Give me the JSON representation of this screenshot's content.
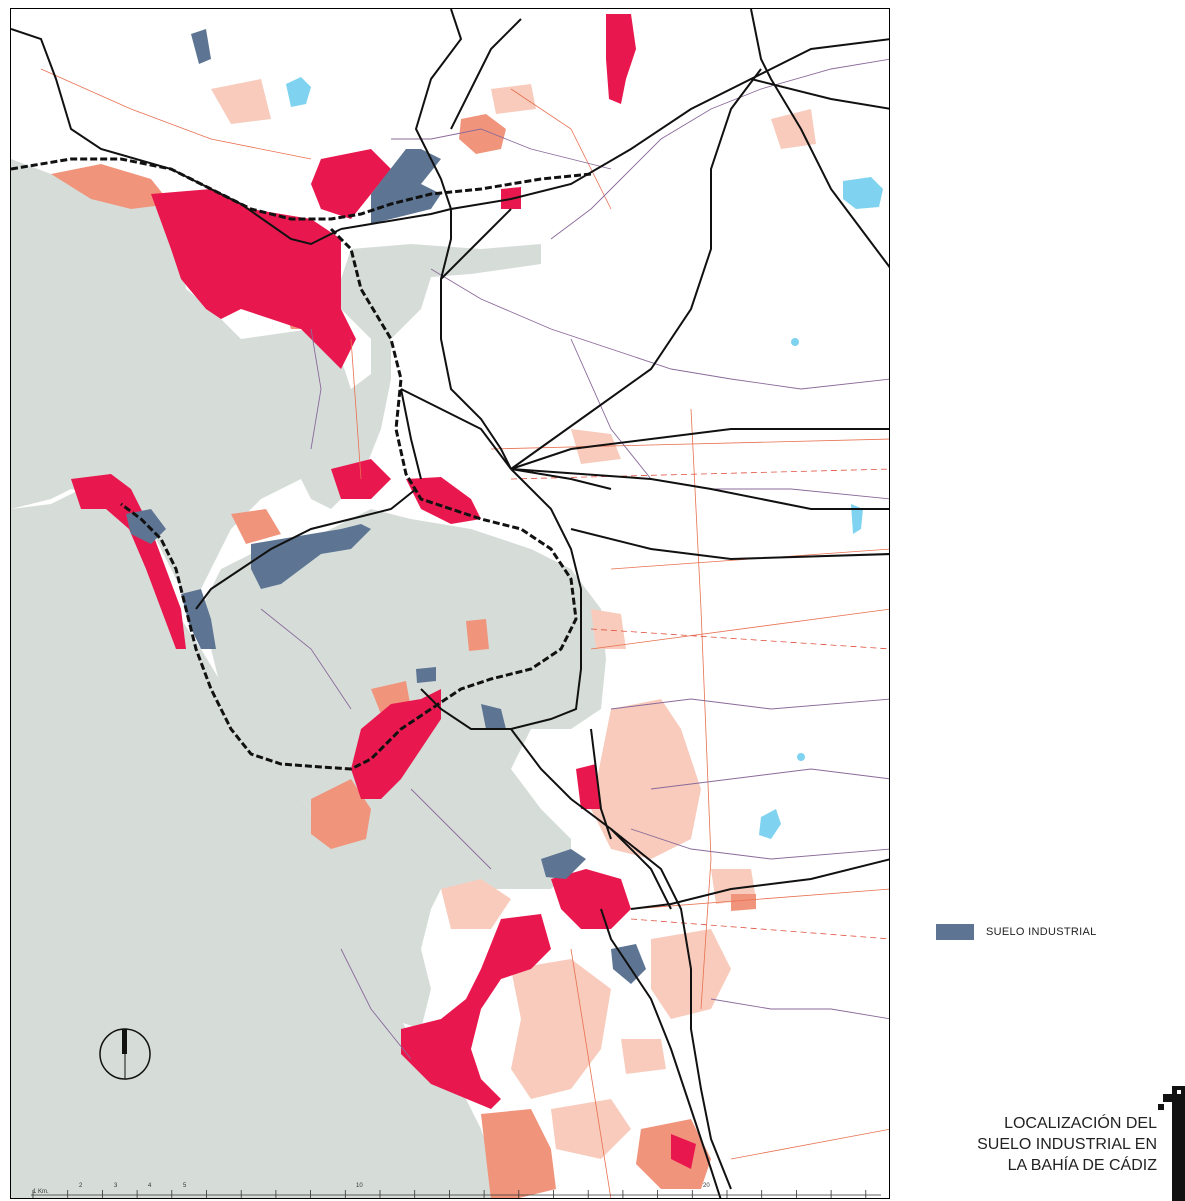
{
  "map": {
    "legend": {
      "label": "SUELO INDUSTRIAL",
      "color": "#5d7593"
    },
    "title_lines": [
      "LOCALIZACIÓN DEL",
      "SUELO INDUSTRIAL EN",
      "LA BAHÍA DE CÁDIZ"
    ],
    "scale_bar": {
      "unit_label": "1 Km.",
      "labels": [
        "2",
        "3",
        "4",
        "5",
        "10",
        "20"
      ]
    },
    "colors": {
      "sea": "#d6ddd9",
      "urban": "#e8184f",
      "urban_secondary": "#f4a08a",
      "urban_diffuse": "#f8cbbc",
      "industrial": "#5d7593",
      "water": "#7fd3f0",
      "road": "#111111",
      "river": "#8a6a9a",
      "secondary_road": "#e87050"
    },
    "icons": {
      "north_arrow": "north-arrow-icon",
      "title_bracket": "bracket-icon"
    }
  }
}
